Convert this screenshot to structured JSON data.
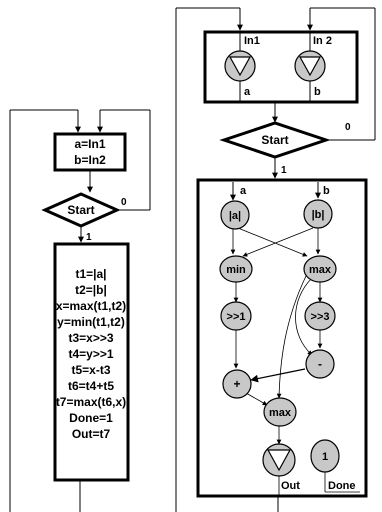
{
  "left_chart": {
    "assign_lines": [
      "a=In1",
      "b=In2"
    ],
    "decision_label": "Start",
    "decision_false": "0",
    "decision_true": "1",
    "body_lines": [
      "t1=|a|",
      "t2=|b|",
      "x=max(t1,t2)",
      "y=min(t1,t2)",
      "t3=x>>3",
      "t4=y>>1",
      "t5=x-t3",
      "t6=t4+t5",
      "t7=max(t6,x)",
      "Done=1",
      "Out=t7"
    ]
  },
  "right_chart": {
    "in1_label": "In1",
    "in2_label": "In 2",
    "port_a": "a",
    "port_b": "b",
    "decision_label": "Start",
    "decision_false": "0",
    "decision_true": "1",
    "inner_a": "a",
    "inner_b": "b",
    "nodes": {
      "abs_a": "|a|",
      "abs_b": "|b|",
      "min": "min",
      "max": "max",
      "shr1": ">>1",
      "shr3": ">>3",
      "sub": "-",
      "add": "+",
      "max2": "max",
      "const1": "1"
    },
    "out_label": "Out",
    "done_label": "Done"
  }
}
